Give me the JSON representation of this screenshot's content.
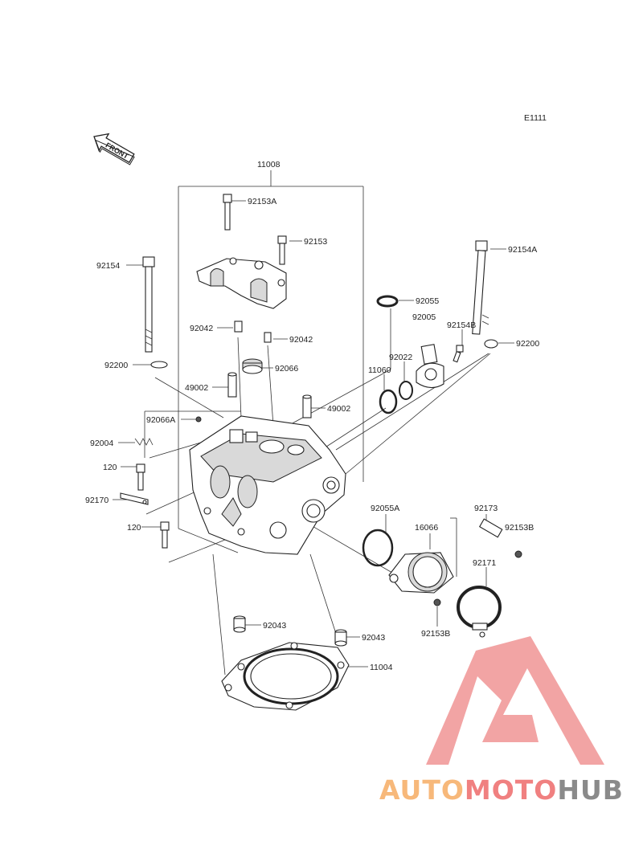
{
  "diagram_code": "E1111",
  "front_label": "FRONT",
  "labels": [
    {
      "id": "11008",
      "text": "11008"
    },
    {
      "id": "92153A",
      "text": "92153A"
    },
    {
      "id": "92153",
      "text": "92153"
    },
    {
      "id": "92154",
      "text": "92154"
    },
    {
      "id": "92154A",
      "text": "92154A"
    },
    {
      "id": "92055",
      "text": "92055"
    },
    {
      "id": "92005",
      "text": "92005"
    },
    {
      "id": "92154B",
      "text": "92154B"
    },
    {
      "id": "92042a",
      "text": "92042"
    },
    {
      "id": "92042b",
      "text": "92042"
    },
    {
      "id": "92200a",
      "text": "92200"
    },
    {
      "id": "92200b",
      "text": "92200"
    },
    {
      "id": "92022",
      "text": "92022"
    },
    {
      "id": "11060",
      "text": "11060"
    },
    {
      "id": "92066",
      "text": "92066"
    },
    {
      "id": "49002a",
      "text": "49002"
    },
    {
      "id": "49002b",
      "text": "49002"
    },
    {
      "id": "92066A",
      "text": "92066A"
    },
    {
      "id": "92004",
      "text": "92004"
    },
    {
      "id": "120a",
      "text": "120"
    },
    {
      "id": "92170",
      "text": "92170"
    },
    {
      "id": "120b",
      "text": "120"
    },
    {
      "id": "92055A",
      "text": "92055A"
    },
    {
      "id": "16066",
      "text": "16066"
    },
    {
      "id": "92173",
      "text": "92173"
    },
    {
      "id": "92153B1",
      "text": "92153B"
    },
    {
      "id": "92171",
      "text": "92171"
    },
    {
      "id": "92153B2",
      "text": "92153B"
    },
    {
      "id": "92043a",
      "text": "92043"
    },
    {
      "id": "92043b",
      "text": "92043"
    },
    {
      "id": "11004",
      "text": "11004"
    }
  ],
  "watermark": {
    "part1": "AUTO",
    "part2": "MOTO",
    "part3": "HUB",
    "colors": {
      "auto": "#f7b87a",
      "moto": "#f08080",
      "hub": "#8a8a8a",
      "triangle": "#f19a9a"
    }
  }
}
